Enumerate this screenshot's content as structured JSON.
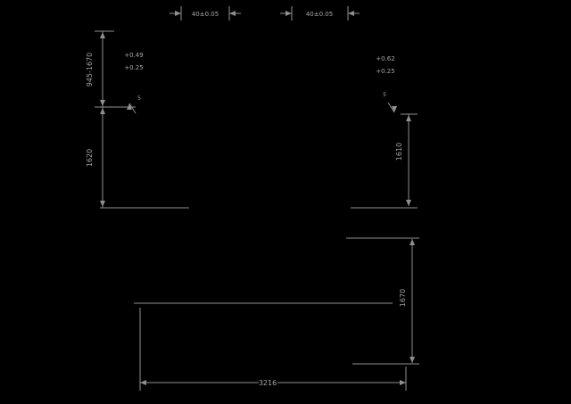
{
  "drawing": {
    "type": "technical-dimension-drawing",
    "colors": {
      "background": "#000000",
      "line": "#8f8f8f",
      "text": "#a6a6a6"
    },
    "dimensions": {
      "top_left": "40±0.05",
      "top_right": "40±0.05",
      "left_range": "945-1670",
      "left_lower": "1620",
      "left_tol_upper": "+0.49",
      "left_tol_lower": "+0.25",
      "left_leader": "5",
      "right_tol_upper": "+0.62",
      "right_tol_lower": "+0.25",
      "right_leader": "5",
      "right_upper": "1610",
      "right_lower": "1670",
      "bottom_width": "3216"
    }
  }
}
